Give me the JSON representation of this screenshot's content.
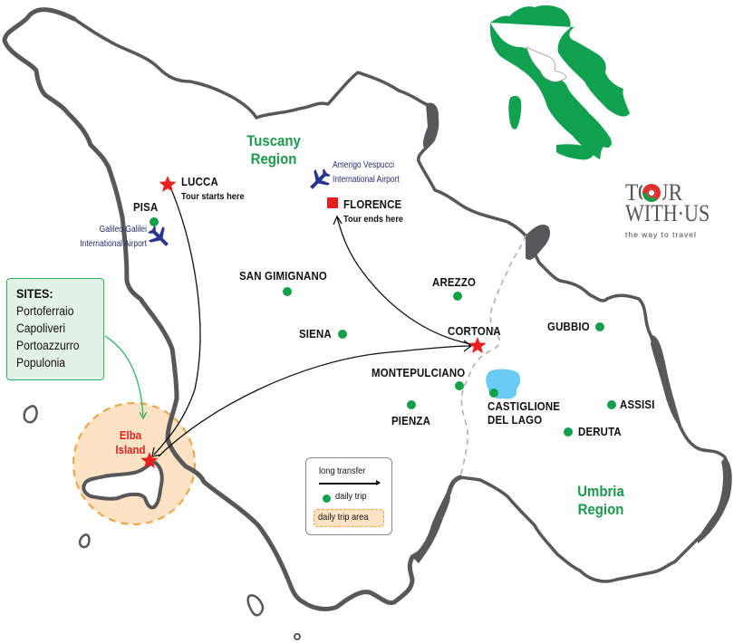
{
  "map": {
    "regions": [
      {
        "id": "tuscany",
        "label_line1": "Tuscany",
        "label_line2": "Region",
        "color": "#1a9a4a"
      },
      {
        "id": "umbria",
        "label_line1": "Umbria",
        "label_line2": "Region",
        "color": "#1a9a4a"
      }
    ],
    "cities": {
      "lucca": {
        "name": "LUCCA",
        "note": "Tour starts here",
        "marker": "star-icon",
        "color": "#e82020"
      },
      "florence": {
        "name": "FLORENCE",
        "note": "Tour ends here",
        "marker": "square-icon",
        "color": "#e82020"
      },
      "cortona": {
        "name": "CORTONA",
        "marker": "star-icon",
        "color": "#e82020"
      },
      "pisa": {
        "name": "PISA",
        "marker": "dot-icon"
      },
      "san_gimignano": {
        "name": "SAN GIMIGNANO",
        "marker": "dot-icon"
      },
      "siena": {
        "name": "SIENA",
        "marker": "dot-icon"
      },
      "arezzo": {
        "name": "AREZZO",
        "marker": "dot-icon"
      },
      "montepulciano": {
        "name": "MONTEPULCIANO",
        "marker": "dot-icon"
      },
      "pienza": {
        "name": "PIENZA",
        "marker": "dot-icon"
      },
      "castiglione": {
        "name_line1": "CASTIGLIONE",
        "name_line2": "DEL LAGO",
        "marker": "dot-icon"
      },
      "gubbio": {
        "name": "GUBBIO",
        "marker": "dot-icon"
      },
      "assisi": {
        "name": "ASSISI",
        "marker": "dot-icon"
      },
      "deruta": {
        "name": "DERUTA",
        "marker": "dot-icon"
      }
    },
    "airports": {
      "pisa": {
        "line1": "Galileo Galilei",
        "line2": "International Airport",
        "icon": "airplane-icon"
      },
      "florence": {
        "line1": "Amerigo Vespucci",
        "line2": "International Airport",
        "icon": "airplane-icon"
      }
    },
    "elba": {
      "line1": "Elba",
      "line2": "Island",
      "marker": "star-icon"
    },
    "sites": {
      "title": "SITES:",
      "items": [
        "Portoferraio",
        "Capoliveri",
        "Portoazzurro",
        "Populonia"
      ]
    },
    "legend": {
      "long_transfer": "long transfer",
      "daily_trip": "daily trip",
      "daily_trip_area": "daily trip area"
    },
    "colors": {
      "coastline": "#58585a",
      "dot": "#12a04a",
      "marker_red": "#e82020",
      "airport_blue": "#2a3590",
      "lake": "#6ccbf5",
      "area_fill": "#fde3c4",
      "area_border": "#f0a040",
      "italy_green": "#0fa14f"
    }
  },
  "logo": {
    "line1": "TOUR",
    "line2": "WITH·US",
    "tagline": "the way to travel"
  }
}
